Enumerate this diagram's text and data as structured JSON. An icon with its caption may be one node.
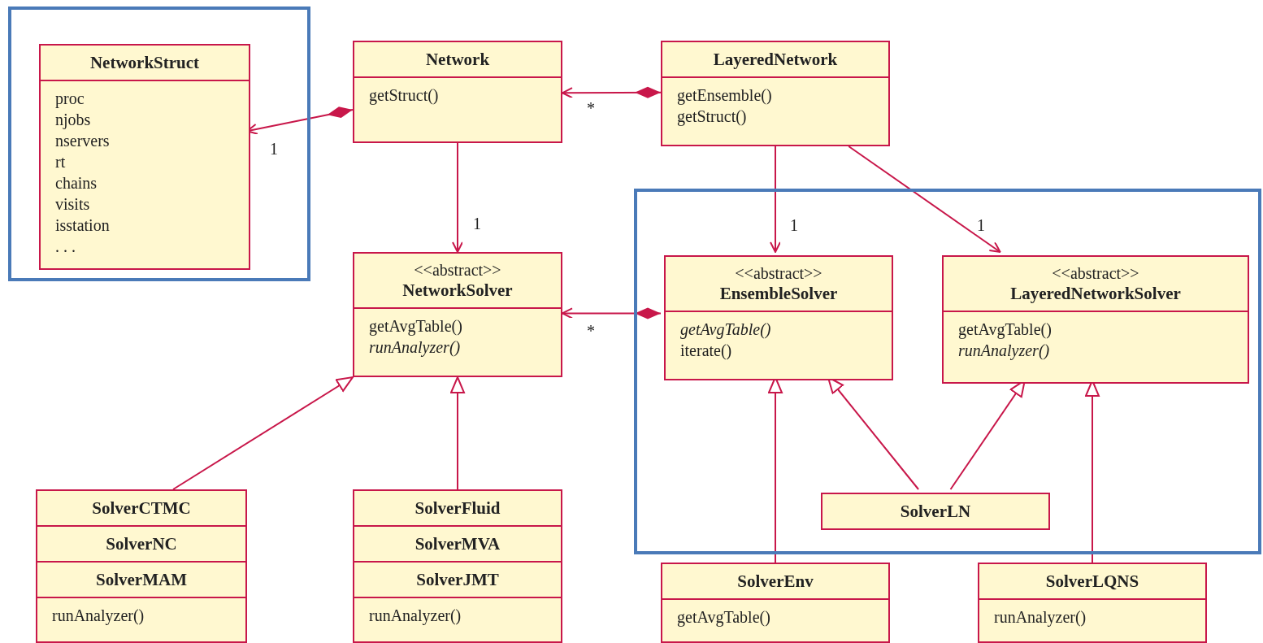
{
  "diagram": {
    "nodes": [
      {
        "text": [],
        "shape": "box"
      },
      {
        "text": [
          "NetworkStruct",
          "proc",
          "njobs",
          "nservers",
          "rt",
          "chains",
          "visits",
          "isstation",
          ". . ."
        ],
        "in": 0
      },
      {
        "text": [
          "Network",
          "getStruct()"
        ]
      },
      {
        "text": [
          "LayeredNetwork",
          "getEnsemble()",
          "getStruct()"
        ]
      },
      {
        "text": [],
        "shape": "box"
      },
      {
        "text": [
          "<<abstract>>",
          "NetworkSolver",
          "getAvgTable()",
          "*runAnalyzer()*"
        ]
      },
      {
        "text": [
          "<<abstract>>",
          "EnsembleSolver",
          "*getAvgTable()*",
          "iterate()"
        ],
        "in": 4
      },
      {
        "text": [
          "<<abstract>>",
          "LayeredNetworkSolver",
          "getAvgTable()",
          "*runAnalyzer()*"
        ],
        "in": 4
      },
      {
        "text": [
          "SolverLN"
        ],
        "in": 4
      },
      {
        "text": [
          "SolverCTMC",
          "SolverNC",
          "SolverMAM",
          "runAnalyzer()"
        ]
      },
      {
        "text": [
          "SolverFluid",
          "SolverMVA",
          "SolverJMT",
          "runAnalyzer()"
        ]
      },
      {
        "text": [
          "SolverEnv",
          "getAvgTable()"
        ]
      },
      {
        "text": [
          "SolverLQNS",
          "runAnalyzer()"
        ]
      }
    ],
    "edges": [
      {
        "from": 2,
        "to": 1,
        "arrow": "to",
        "label": "1"
      },
      {
        "from": 3,
        "to": 2,
        "arrow": "to",
        "label": "*"
      },
      {
        "from": 2,
        "to": 5,
        "arrow": "to",
        "label": "1"
      },
      {
        "from": 3,
        "to": 6,
        "arrow": "to",
        "label": "1"
      },
      {
        "from": 3,
        "to": 7,
        "arrow": "to",
        "label": "1"
      },
      {
        "from": 6,
        "to": 5,
        "arrow": "to",
        "label": "*"
      },
      {
        "from": 9,
        "to": 5,
        "arrow": "to"
      },
      {
        "from": 10,
        "to": 5,
        "arrow": "to"
      },
      {
        "from": 11,
        "to": 6,
        "arrow": "to"
      },
      {
        "from": 8,
        "to": 6,
        "arrow": "to"
      },
      {
        "from": 8,
        "to": 7,
        "arrow": "to"
      },
      {
        "from": 12,
        "to": 7,
        "arrow": "to"
      }
    ]
  }
}
